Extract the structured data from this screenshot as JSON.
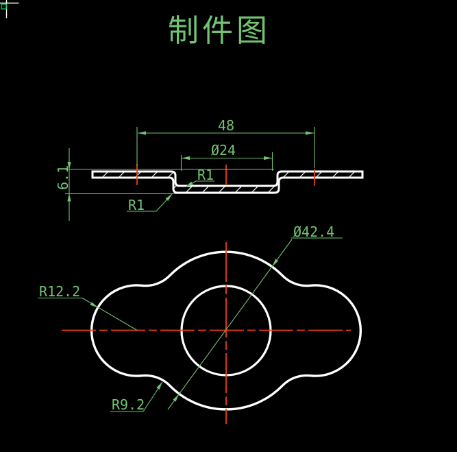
{
  "title": {
    "text": "制件图"
  },
  "colors": {
    "background": "#000000",
    "dimension_green": "#72c472",
    "centerline_red": "#ee3d12",
    "geometry_white": "#ffffff",
    "pickbox_green": "#00b34d"
  },
  "section_view": {
    "dim_width": {
      "label": "48",
      "value": 48
    },
    "dim_diameter": {
      "label": "Ø24",
      "value": 24
    },
    "dim_depth": {
      "label": "6.1",
      "value": 6.1
    },
    "dim_fillet_inner": {
      "label": "R1",
      "value": 1
    },
    "dim_fillet_outer": {
      "label": "R1",
      "value": 1
    }
  },
  "plan_view": {
    "dim_center_diameter": {
      "label": "Ø42.4",
      "value": 42.4
    },
    "dim_lobe_radius": {
      "label": "R12.2",
      "value": 12.2
    },
    "dim_blend_radius": {
      "label": "R9.2",
      "value": 9.2
    }
  }
}
